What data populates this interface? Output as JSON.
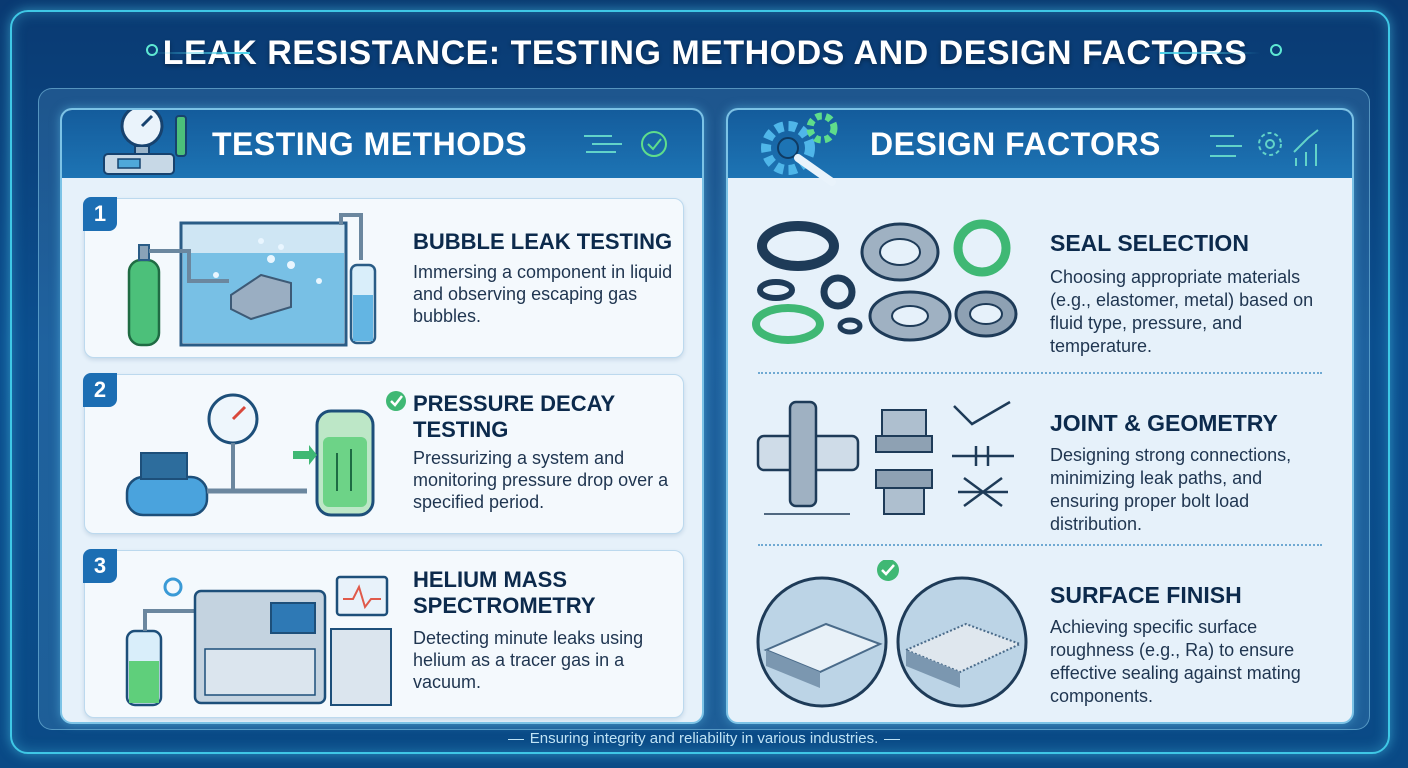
{
  "title": "LEAK RESISTANCE: TESTING METHODS AND DESIGN FACTORS",
  "testing": {
    "header": "TESTING METHODS",
    "items": [
      {
        "num": "1",
        "title": "BUBBLE LEAK TESTING",
        "desc": "Immersing a component in liquid and observing escaping gas bubbles."
      },
      {
        "num": "2",
        "title": "PRESSURE DECAY TESTING",
        "desc": "Pressurizing a system and monitoring pressure drop over a specified period."
      },
      {
        "num": "3",
        "title": "HELIUM MASS SPECTROMETRY",
        "desc": "Detecting minute leaks using helium as a tracer gas in a vacuum."
      }
    ]
  },
  "design": {
    "header": "DESIGN FACTORS",
    "items": [
      {
        "title": "SEAL SELECTION",
        "desc": "Choosing appropriate materials (e.g., elastomer, metal) based on fluid type, pressure, and temperature."
      },
      {
        "title": "JOINT & GEOMETRY",
        "desc": "Designing strong connections, minimizing leak paths, and ensuring proper bolt load distribution."
      },
      {
        "title": "SURFACE FINISH",
        "desc": "Achieving specific surface roughness (e.g., Ra) to ensure effective sealing against mating components."
      }
    ]
  },
  "footer": "Ensuring integrity and reliability in various industries.",
  "colors": {
    "primary": "#1c6eb3",
    "accent": "#3fc8e6",
    "green": "#3fb874",
    "panel": "#e6f1fa"
  }
}
